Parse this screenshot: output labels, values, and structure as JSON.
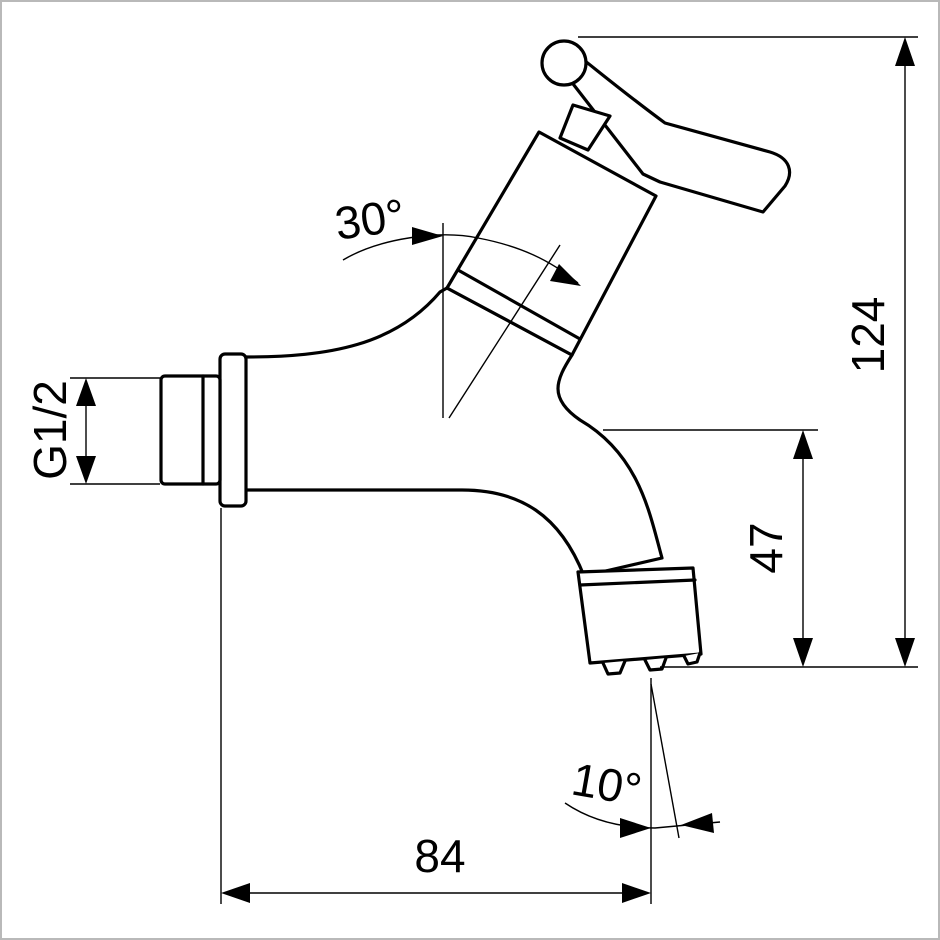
{
  "drawing": {
    "dimensions": {
      "overall_height": "124",
      "spout_height": "47",
      "projection": "84",
      "thread": "G1/2",
      "handle_angle": "30°",
      "outlet_angle": "10°"
    },
    "colors": {
      "line": "#000000",
      "background": "#ffffff",
      "frame": "#b9b9b9"
    }
  }
}
